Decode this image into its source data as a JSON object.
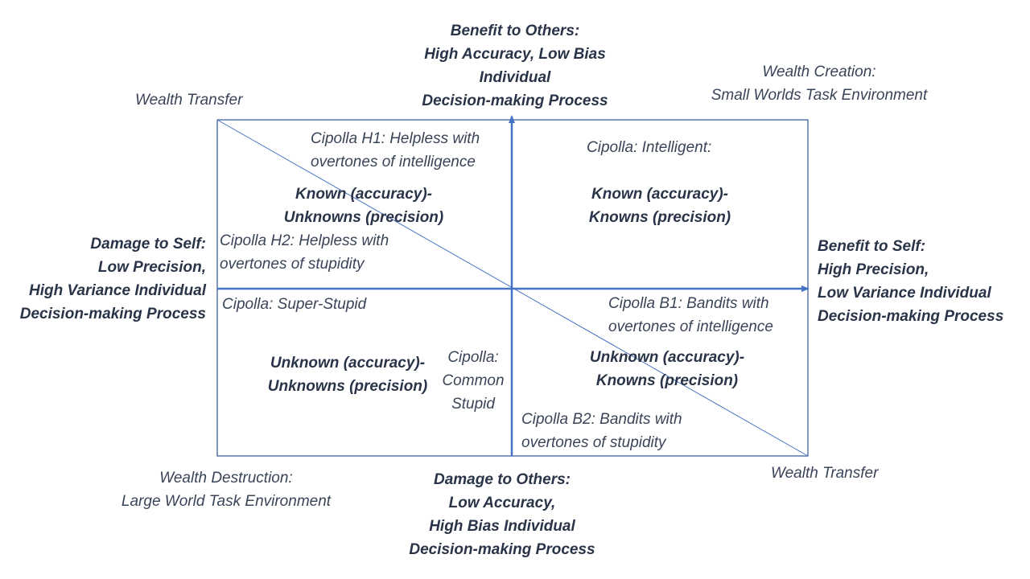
{
  "top_axis": {
    "lines": [
      "Benefit to Others:",
      "High Accuracy, Low Bias",
      "Individual",
      "Decision-making Process"
    ]
  },
  "bottom_axis": {
    "lines": [
      "Damage to Others:",
      "Low Accuracy,",
      "High Bias Individual",
      "Decision-making Process"
    ]
  },
  "left_axis": {
    "lines": [
      "Damage to Self:",
      "Low Precision,",
      "High Variance Individual",
      "Decision-making Process"
    ]
  },
  "right_axis": {
    "lines": [
      "Benefit to Self:",
      "High Precision,",
      "Low Variance Individual",
      "Decision-making Process"
    ]
  },
  "corners": {
    "top_left": "Wealth Transfer",
    "top_right": [
      "Wealth Creation:",
      "Small Worlds Task Environment"
    ],
    "bottom_left": [
      "Wealth Destruction:",
      "Large World Task Environment"
    ],
    "bottom_right": "Wealth Transfer"
  },
  "quadrants": {
    "top_left": {
      "h1": [
        "Cipolla H1: Helpless with",
        "overtones of intelligence"
      ],
      "heading": [
        "Known (accuracy)-",
        "Unknowns (precision)"
      ],
      "h2": [
        "Cipolla H2: Helpless with",
        "overtones of stupidity"
      ]
    },
    "top_right": {
      "label": "Cipolla: Intelligent:",
      "heading": [
        "Known (accuracy)-",
        "Knowns (precision)"
      ]
    },
    "bottom_left": {
      "super_stupid": "Cipolla: Super-Stupid",
      "heading": [
        "Unknown (accuracy)-",
        "Unknowns (precision)"
      ],
      "common_stupid": [
        "Cipolla:",
        "Common",
        "Stupid"
      ]
    },
    "bottom_right": {
      "b1": [
        "Cipolla B1: Bandits with",
        "overtones of intelligence"
      ],
      "heading": [
        "Unknown (accuracy)-",
        "Knowns (precision)"
      ],
      "b2": [
        "Cipolla B2: Bandits with",
        "overtones of stupidity"
      ]
    }
  },
  "colors": {
    "axis": "#4472c4",
    "frame": "#2f5597",
    "text": "#2f3a4e"
  }
}
